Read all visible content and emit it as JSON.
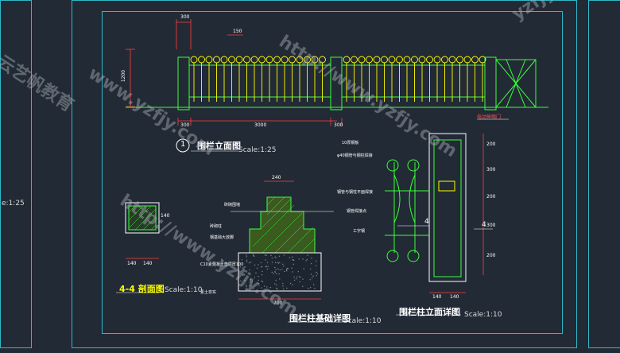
{
  "views": {
    "elevation": {
      "marker": "1",
      "title": "围栏立面图",
      "scale": "Scale:1:25",
      "dims": {
        "top_left": "300",
        "top_mid": "150",
        "bottom_left": "300",
        "bottom_mid": "3000",
        "bottom_right": "300",
        "height": "1200"
      },
      "note": "电动伸缩门"
    },
    "section": {
      "title": "4-4 剖面图",
      "scale": "Scale:1:10",
      "dims": {
        "a": "140",
        "b": "140",
        "h": "140"
      }
    },
    "foundation": {
      "title": "围栏柱基础详图",
      "scale": "Scale:1:10",
      "dims": {
        "top": "240",
        "bottom": "700"
      },
      "notes": [
        "砖砌围墙",
        "砖砌柱",
        "钢基础大放脚",
        "C10素混凝土垫层厚100",
        "素土夯实"
      ]
    },
    "post_detail": {
      "title": "围栏柱立面详图",
      "scale": "Scale:1:10",
      "dims": {
        "a": "140",
        "b": "140",
        "levels": [
          "200",
          "300",
          "200",
          "300",
          "200"
        ]
      },
      "section_mark": "4",
      "notes": [
        "10厚钢板",
        "φ40钢管与钢柱焊接",
        "钢管与钢柱平面焊接",
        "钢管焊接点",
        "工字钢"
      ]
    },
    "left_partial": {
      "scale": "e:1:25"
    }
  },
  "watermarks": [
    "www.yzfjy.com",
    "http://www.yzfjy.com",
    "云艺帆教育",
    "yzfjy.com",
    "http://www.yzfjy.com"
  ],
  "colors": {
    "background": "#222a35",
    "frame": "#2fb8c8",
    "drawing": "#3cff3c",
    "accent": "#ffff00",
    "dimension": "#ff4040",
    "text": "#ffffff"
  }
}
